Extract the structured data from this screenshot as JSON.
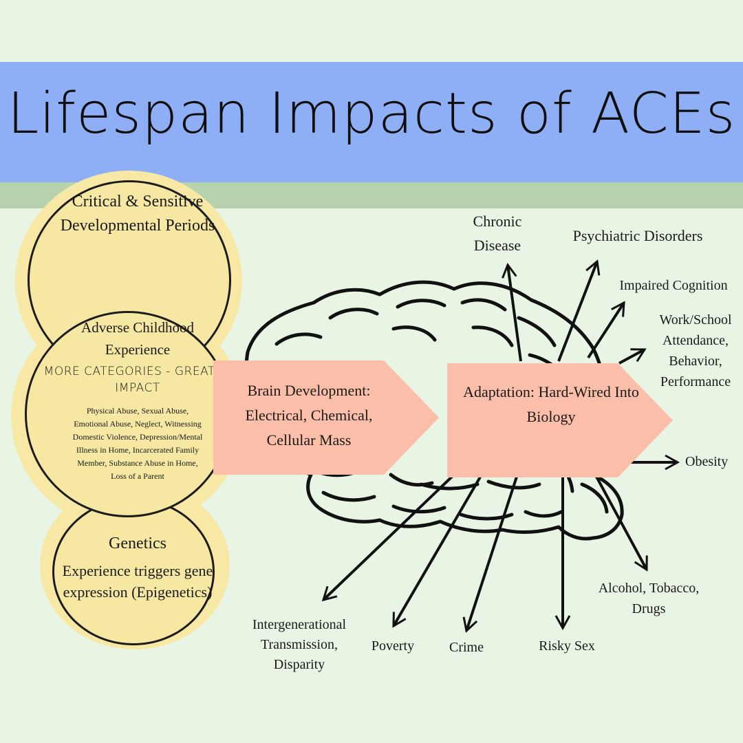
{
  "title": "Lifespan Impacts of ACEs",
  "colors": {
    "background": "#e8f5e4",
    "title_band": "#8eaff5",
    "accent_band": "#b6d3ae",
    "circle_fill": "#f6e7a3",
    "arrow_box": "#fbbfa9"
  },
  "circles": {
    "critical": {
      "text": "Critical & Sensitive Developmental Periods"
    },
    "adverse": {
      "heading": "Adverse Childhood Experience",
      "subheading": "MORE CATEGORIES - GREATER IMPACT",
      "details": "Physical Abuse, Sexual Abuse, Emotional Abuse, Neglect, Witnessing Domestic Violence, Depression/Mental Illness in Home, Incarcerated Family Member, Substance Abuse in Home, Loss of a Parent"
    },
    "genetics": {
      "heading": "Genetics",
      "body": "Experience triggers gene expression (Epigenetics)"
    }
  },
  "process": {
    "brain_development": "Brain Development: Electrical, Chemical, Cellular Mass",
    "adaptation": "Adaptation: Hard-Wired Into Biology"
  },
  "brain_icon": "brain-outline-icon",
  "outcomes": {
    "chronic_disease": "Chronic Disease",
    "psychiatric_disorders": "Psychiatric Disorders",
    "impaired_cognition": "Impaired Cognition",
    "work_school": "Work/School Attendance, Behavior, Performance",
    "obesity": "Obesity",
    "alcohol_tobacco_drugs": "Alcohol, Tobacco, Drugs",
    "risky_sex": "Risky Sex",
    "crime": "Crime",
    "poverty": "Poverty",
    "intergenerational": "Intergenerational Transmission, Disparity"
  }
}
